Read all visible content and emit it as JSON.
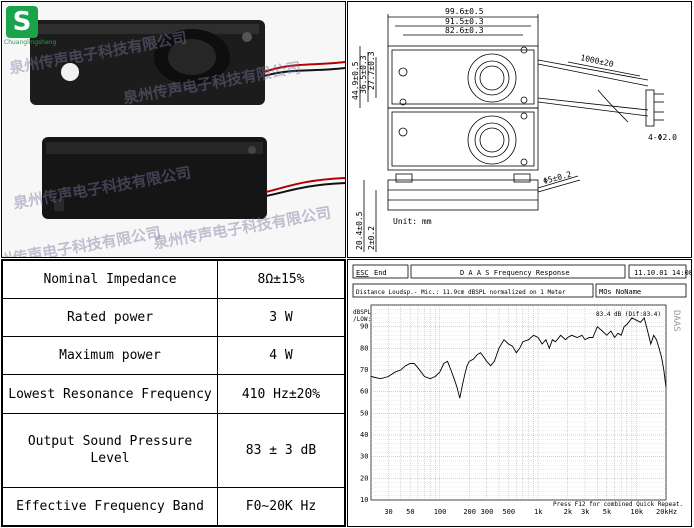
{
  "photo": {
    "logo_letter": "S",
    "logo_caption": "Chuanglingsheng",
    "watermark": "泉州传声电子科技有限公司"
  },
  "drawing": {
    "dims": {
      "w1": "99.6±0.5",
      "w2": "91.5±0.3",
      "w3": "82.6±0.3",
      "h1": "44.9±0.5",
      "h2": "36.5±0.3",
      "h3": "27.7±0.3",
      "cable": "1000±20",
      "hole": "4-Φ2.0",
      "diam": "Φ5±0.2",
      "d1": "20.4±0.5",
      "d2": "2±0.2",
      "unit": "Unit: mm"
    },
    "colors": [
      "#000000",
      "#c00000"
    ]
  },
  "specs": {
    "rows": [
      {
        "label": "Nominal Impedance",
        "value": "8Ω±15%"
      },
      {
        "label": "Rated power",
        "value": "3 W"
      },
      {
        "label": "Maximum power",
        "value": "4 W"
      },
      {
        "label": "Lowest Resonance Frequency",
        "value": "410 Hz±20%"
      },
      {
        "label": "Output Sound Pressure Level",
        "value": "83 ± 3 dB"
      },
      {
        "label": "Effective Frequency Band",
        "value": "F0∼20K Hz"
      }
    ]
  },
  "graph": {
    "esc": "ESC",
    "end": "End",
    "title": "D A A S   Frequency Response",
    "date": "11.10.01 14:08",
    "desc": "Distance Loudsp.- Mic.: 11.9cm dBSPL normalized on 1 Meter",
    "mos": "MOs  NoName",
    "ylabel1": "dBSPL",
    "ylabel2": "/LOW:n",
    "annotation": "83.4 dB (Dif:83.4)",
    "footer": "Press F12 for combined Quick Repeat.",
    "side": "DAAS",
    "chart_data": {
      "type": "line",
      "xlabel": "",
      "ylabel": "dBSPL",
      "xscale": "log",
      "xlim": [
        20,
        20000
      ],
      "ylim": [
        10,
        100
      ],
      "x_ticks": [
        "30",
        "50",
        "100",
        "200",
        "300",
        "500",
        "1k",
        "2k",
        "3k",
        "5k",
        "10k",
        "20kHz"
      ],
      "y_ticks": [
        "10",
        "20",
        "30",
        "40",
        "50",
        "60",
        "70",
        "80",
        "90"
      ],
      "grid": true,
      "series": [
        {
          "x": [
            20,
            25,
            30,
            35,
            40,
            45,
            50,
            55,
            60,
            65,
            70,
            80,
            90,
            100,
            110,
            120,
            130,
            140,
            150,
            160,
            170,
            180,
            190,
            200,
            220,
            240,
            260,
            280,
            300,
            330,
            360,
            400,
            450,
            500,
            550,
            600,
            650,
            700,
            800,
            900,
            1000,
            1100,
            1200,
            1300,
            1400,
            1500,
            1700,
            1900,
            2000,
            2200,
            2500,
            2800,
            3000,
            3300,
            3600,
            4000,
            4500,
            5000,
            5500,
            6000,
            6500,
            7000,
            7500,
            8000,
            9000,
            10000,
            11000,
            12000,
            13000,
            14000,
            15000,
            16000,
            17000,
            18000,
            19000,
            20000
          ],
          "y": [
            67,
            66,
            67,
            69,
            70,
            72,
            73,
            73,
            71,
            69,
            67,
            66,
            67,
            69,
            73,
            74,
            70,
            66,
            62,
            57,
            63,
            68,
            72,
            74,
            75,
            77,
            78,
            76,
            74,
            72,
            74,
            80,
            84,
            82,
            81,
            78,
            80,
            83,
            84,
            86,
            85,
            82,
            84,
            80,
            84,
            83,
            86,
            84,
            85,
            86,
            85,
            86,
            84,
            85,
            85,
            90,
            88,
            86,
            88,
            85,
            87,
            86,
            90,
            91,
            94,
            93,
            92,
            94,
            88,
            82,
            86,
            84,
            80,
            76,
            70,
            62
          ]
        }
      ]
    }
  }
}
